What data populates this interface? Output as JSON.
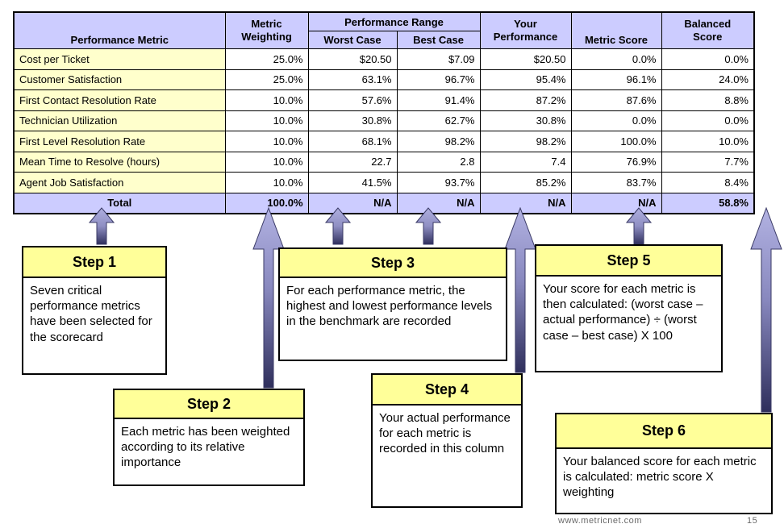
{
  "table": {
    "headers": {
      "performance_metric": "Performance Metric",
      "metric_weighting": "Metric\nWeighting",
      "performance_range": "Performance Range",
      "worst_case": "Worst Case",
      "best_case": "Best Case",
      "your_performance": "Your\nPerformance",
      "metric_score": "Metric Score",
      "balanced_score": "Balanced\nScore"
    },
    "rows": [
      [
        "Cost per Ticket",
        "25.0%",
        "$20.50",
        "$7.09",
        "$20.50",
        "0.0%",
        "0.0%"
      ],
      [
        "Customer Satisfaction",
        "25.0%",
        "63.1%",
        "96.7%",
        "95.4%",
        "96.1%",
        "24.0%"
      ],
      [
        "First Contact Resolution Rate",
        "10.0%",
        "57.6%",
        "91.4%",
        "87.2%",
        "87.6%",
        "8.8%"
      ],
      [
        "Technician Utilization",
        "10.0%",
        "30.8%",
        "62.7%",
        "30.8%",
        "0.0%",
        "0.0%"
      ],
      [
        "First Level Resolution Rate",
        "10.0%",
        "68.1%",
        "98.2%",
        "98.2%",
        "100.0%",
        "10.0%"
      ],
      [
        "Mean Time to Resolve (hours)",
        "10.0%",
        "22.7",
        "2.8",
        "7.4",
        "76.9%",
        "7.7%"
      ],
      [
        "Agent Job Satisfaction",
        "10.0%",
        "41.5%",
        "93.7%",
        "85.2%",
        "83.7%",
        "8.4%"
      ]
    ],
    "total_row": [
      "Total",
      "100.0%",
      "N/A",
      "N/A",
      "N/A",
      "N/A",
      "58.8%"
    ]
  },
  "steps": [
    {
      "title": "Step 1",
      "text": "Seven critical performance metrics have been selected for the scorecard"
    },
    {
      "title": "Step 2",
      "text": "Each metric has been weighted according to its relative importance"
    },
    {
      "title": "Step 3",
      "text": "For each performance metric, the highest and lowest performance levels in the benchmark are recorded"
    },
    {
      "title": "Step 4",
      "text": "Your actual performance for each metric is recorded in this column"
    },
    {
      "title": "Step 5",
      "text": "Your score for each metric is then calculated: (worst case – actual performance) ÷ (worst case – best case) X 100"
    },
    {
      "title": "Step 6",
      "text": "Your balanced score for each metric is calculated: metric score X weighting"
    }
  ],
  "footer": {
    "watermark": "www.metricnet.com",
    "page_number": "15"
  },
  "colors": {
    "table_header_fill": "#CCCCFF",
    "metric_column_fill": "#FFFFCC",
    "total_row_fill": "#CCCCFF",
    "step_title_fill": "#FFFF99",
    "arrow_dark": "#30305E",
    "arrow_light": "#AFAFDF",
    "border": "#000000"
  }
}
